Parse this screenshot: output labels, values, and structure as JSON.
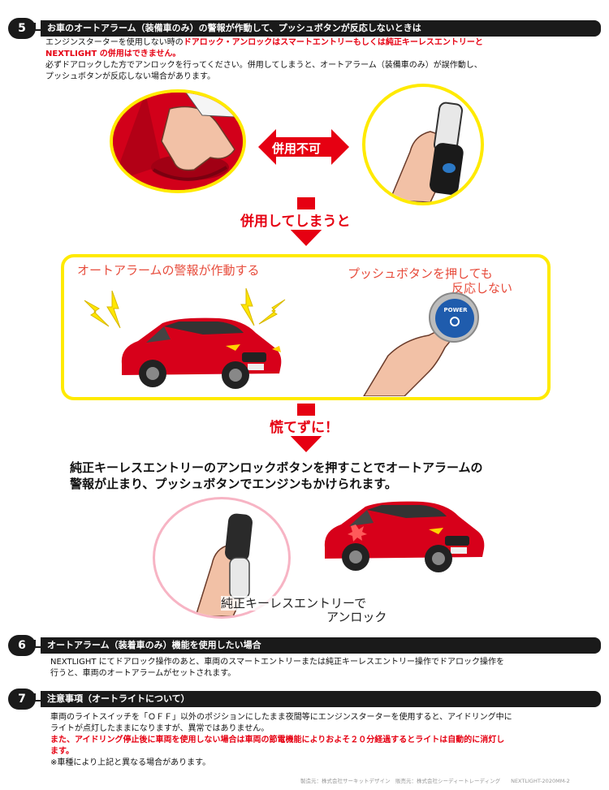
{
  "sec5": {
    "num": "5",
    "title": "お車のオートアラーム（装備車のみ）の警報が作動して、プッシュボタンが反応しないときは",
    "line1a": "エンジンスターターを使用しない時の",
    "line1b": "ドアロック・アンロックはスマートエントリーもしくは純正キーレスエントリーと",
    "line2": "NEXTLIGHT の併用はできません。",
    "line3": "必ずドアロックした方でアンロックを行ってください。併用してしまうと、オートアラーム（装備車のみ）が誤作動し、",
    "line4": "プッシュボタンが反応しない場合があります。"
  },
  "diagram": {
    "no_combo_label": "併用不可",
    "if_combined": "併用してしまうと",
    "alarm_text": "オートアラームの警報が作動する",
    "push_line1": "プッシュボタンを押しても",
    "push_line2": "反応しない",
    "power_label": "POWER",
    "dont_panic": "慌てずに！",
    "solution_line1": "純正キーレスエントリーのアンロックボタンを押すことでオートアラームの",
    "solution_line2": "警報が止まり、プッシュボタンでエンジンもかけられます。",
    "keyless_line1": "純正キーレスエントリーで",
    "keyless_line2": "アンロック"
  },
  "sec6": {
    "num": "6",
    "title": "オートアラーム（装着車のみ）機能を使用したい場合",
    "line1": "NEXTLIGHT にてドアロック操作のあと、車両のスマートエントリーまたは純正キーレスエントリー操作でドアロック操作を",
    "line2": "行うと、車両のオートアラームがセットされます。"
  },
  "sec7": {
    "num": "7",
    "title": "注意事項（オートライトについて）",
    "line1": "車両のライトスイッチを「ＯＦＦ」以外のポジションにしたまま夜間等にエンジンスターターを使用すると、アイドリング中に",
    "line2": "ライトが点灯したままになりますが、異常ではありません。",
    "line3": "また、アイドリング停止後に車両を使用しない場合は車両の節電機能によりおよそ２０分経過するとライトは自動的に消灯し",
    "line4": "ます。",
    "line5": "※車種により上記と異なる場合があります。"
  },
  "footer": "製造元：株式会社サーキットデザイン　販売元：株式会社シーディートレーディング　　NEXTLIGHT-2020MM-2",
  "colors": {
    "accent_red": "#e60012",
    "highlight_yellow": "#ffea00",
    "bar_black": "#1a1a1a"
  }
}
